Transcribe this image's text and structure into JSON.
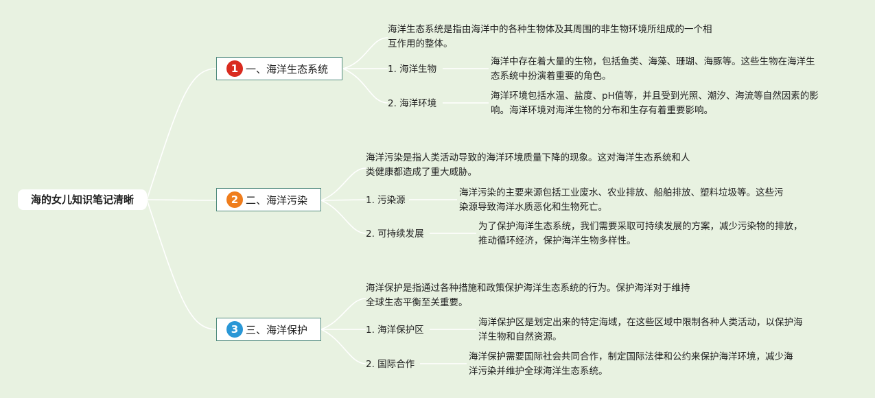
{
  "root": {
    "label": "海的女儿知识笔记清晰"
  },
  "branches": [
    {
      "badge": "1",
      "badge_color": "#d92b1f",
      "title": "一、海洋生态系统",
      "intro_lines": [
        "海洋生态系统是指由海洋中的各种生物体及其周围的非生物环境所组成的一个相",
        "互作用的整体。"
      ],
      "children": [
        {
          "label": "1. 海洋生物",
          "detail_lines": [
            "海洋中存在着大量的生物，包括鱼类、海藻、珊瑚、海豚等。这些生物在海洋生",
            "态系统中扮演着重要的角色。"
          ]
        },
        {
          "label": "2. 海洋环境",
          "detail_lines": [
            "海洋环境包括水温、盐度、pH值等，并且受到光照、潮汐、海流等自然因素的影",
            "响。海洋环境对海洋生物的分布和生存有着重要影响。"
          ]
        }
      ]
    },
    {
      "badge": "2",
      "badge_color": "#ef7d1d",
      "title": "二、海洋污染",
      "intro_lines": [
        "海洋污染是指人类活动导致的海洋环境质量下降的现象。这对海洋生态系统和人",
        "类健康都造成了重大威胁。"
      ],
      "children": [
        {
          "label": "1. 污染源",
          "detail_lines": [
            "海洋污染的主要来源包括工业废水、农业排放、船舶排放、塑料垃圾等。这些污",
            "染源导致海洋水质恶化和生物死亡。"
          ]
        },
        {
          "label": "2. 可持续发展",
          "detail_lines": [
            "为了保护海洋生态系统，我们需要采取可持续发展的方案，减少污染物的排放，",
            "推动循环经济，保护海洋生物多样性。"
          ]
        }
      ]
    },
    {
      "badge": "3",
      "badge_color": "#2a97d6",
      "title": "三、海洋保护",
      "intro_lines": [
        "海洋保护是指通过各种措施和政策保护海洋生态系统的行为。保护海洋对于维持",
        "全球生态平衡至关重要。"
      ],
      "children": [
        {
          "label": "1. 海洋保护区",
          "detail_lines": [
            "海洋保护区是划定出来的特定海域，在这些区域中限制各种人类活动，以保护海",
            "洋生物和自然资源。"
          ]
        },
        {
          "label": "2. 国际合作",
          "detail_lines": [
            "海洋保护需要国际社会共同合作，制定国际法律和公约来保护海洋环境，减少海",
            "洋污染并维护全球海洋生态系统。"
          ]
        }
      ]
    }
  ]
}
